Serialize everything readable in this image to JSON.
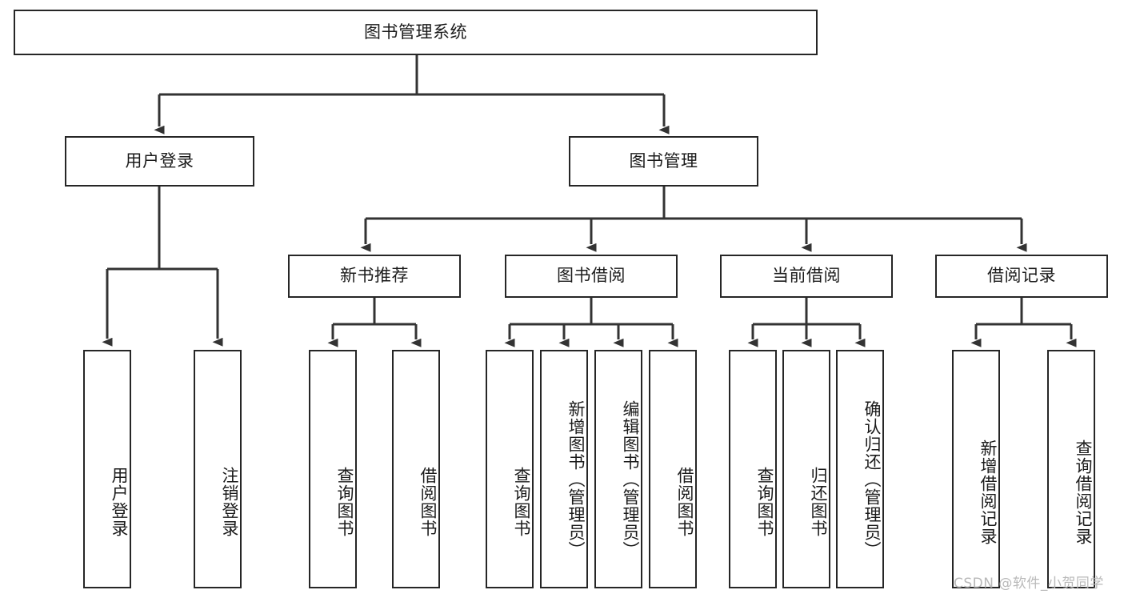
{
  "diagram": {
    "title": "图书管理系统",
    "type": "tree-hierarchy-diagram",
    "colors": {
      "box_stroke": "#262626",
      "connector": "#333333",
      "background": "#ffffff",
      "text": "#1b1b1b",
      "watermark": "#b9b9b9"
    },
    "root": {
      "label": "图书管理系统"
    },
    "level2": [
      {
        "label": "用户登录"
      },
      {
        "label": "图书管理"
      }
    ],
    "level3": [
      {
        "label": "新书推荐"
      },
      {
        "label": "图书借阅"
      },
      {
        "label": "当前借阅"
      },
      {
        "label": "借阅记录"
      }
    ],
    "leaves": {
      "user_login": [
        {
          "label": "用户登录"
        },
        {
          "label": "注销登录"
        }
      ],
      "new_book_recommend": [
        {
          "label": "查询图书"
        },
        {
          "label": "借阅图书"
        }
      ],
      "book_borrow": [
        {
          "label": "查询图书"
        },
        {
          "label": "新增图书（管理员）"
        },
        {
          "label": "编辑图书（管理员）"
        },
        {
          "label": "借阅图书"
        }
      ],
      "current_borrow": [
        {
          "label": "查询图书"
        },
        {
          "label": "归还图书"
        },
        {
          "label": "确认归还（管理员）"
        }
      ],
      "borrow_records": [
        {
          "label": "新增借阅记录"
        },
        {
          "label": "查询借阅记录"
        }
      ]
    }
  },
  "watermark": {
    "text": "CSDN @软件_小贺同学"
  }
}
